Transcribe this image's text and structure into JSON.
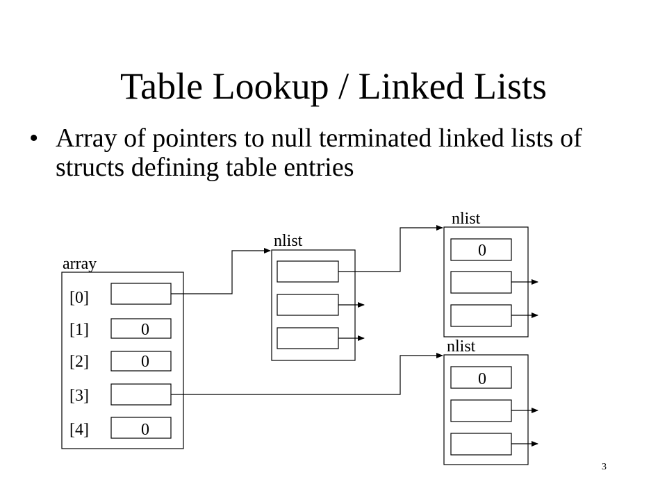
{
  "slide": {
    "title": "Table Lookup / Linked Lists",
    "bullet_marker": "•",
    "bullet_text": "Array of pointers to null terminated linked lists of structs defining table entries",
    "page_number": "3"
  },
  "diagram": {
    "array_label": "array",
    "array_indices": [
      "[0]",
      "[1]",
      "[2]",
      "[3]",
      "[4]"
    ],
    "array_cells": [
      "",
      "0",
      "0",
      "",
      "0"
    ],
    "nlist_a_label": "nlist",
    "nlist_b_label": "nlist",
    "nlist_c_label": "nlist",
    "nlist_b_first": "0",
    "nlist_c_first": "0"
  }
}
